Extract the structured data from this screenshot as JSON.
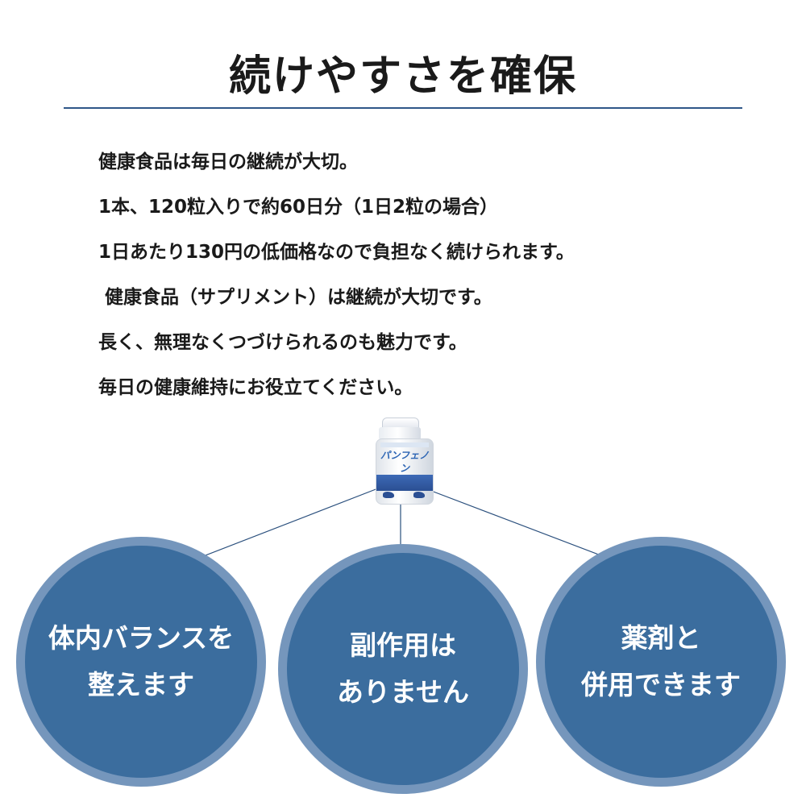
{
  "title": "続けやすさを確保",
  "body_lines": [
    "健康食品は毎日の継続が大切。",
    "1本、120粒入りで約60日分（1日2粒の場合）",
    "1日あたり130円の低価格なので負担なく続けられます。",
    "健康食品（サプリメント）は継続が大切です。",
    "長く、無理なくつづけられるのも魅力です。",
    "毎日の健康維持にお役立てください。"
  ],
  "product": {
    "name": "パンフェノン",
    "band_color": "#2b4f93"
  },
  "features": [
    {
      "line1": "体内バランスを",
      "line2": "整えます"
    },
    {
      "line1": "副作用は",
      "line2": "ありません"
    },
    {
      "line1": "薬剤と",
      "line2": "併用できます"
    }
  ],
  "colors": {
    "accent": "#2f5789",
    "circle_fill": "#3b6d9e",
    "circle_ring": "#7596bc",
    "connector": "#2a4f7d"
  }
}
